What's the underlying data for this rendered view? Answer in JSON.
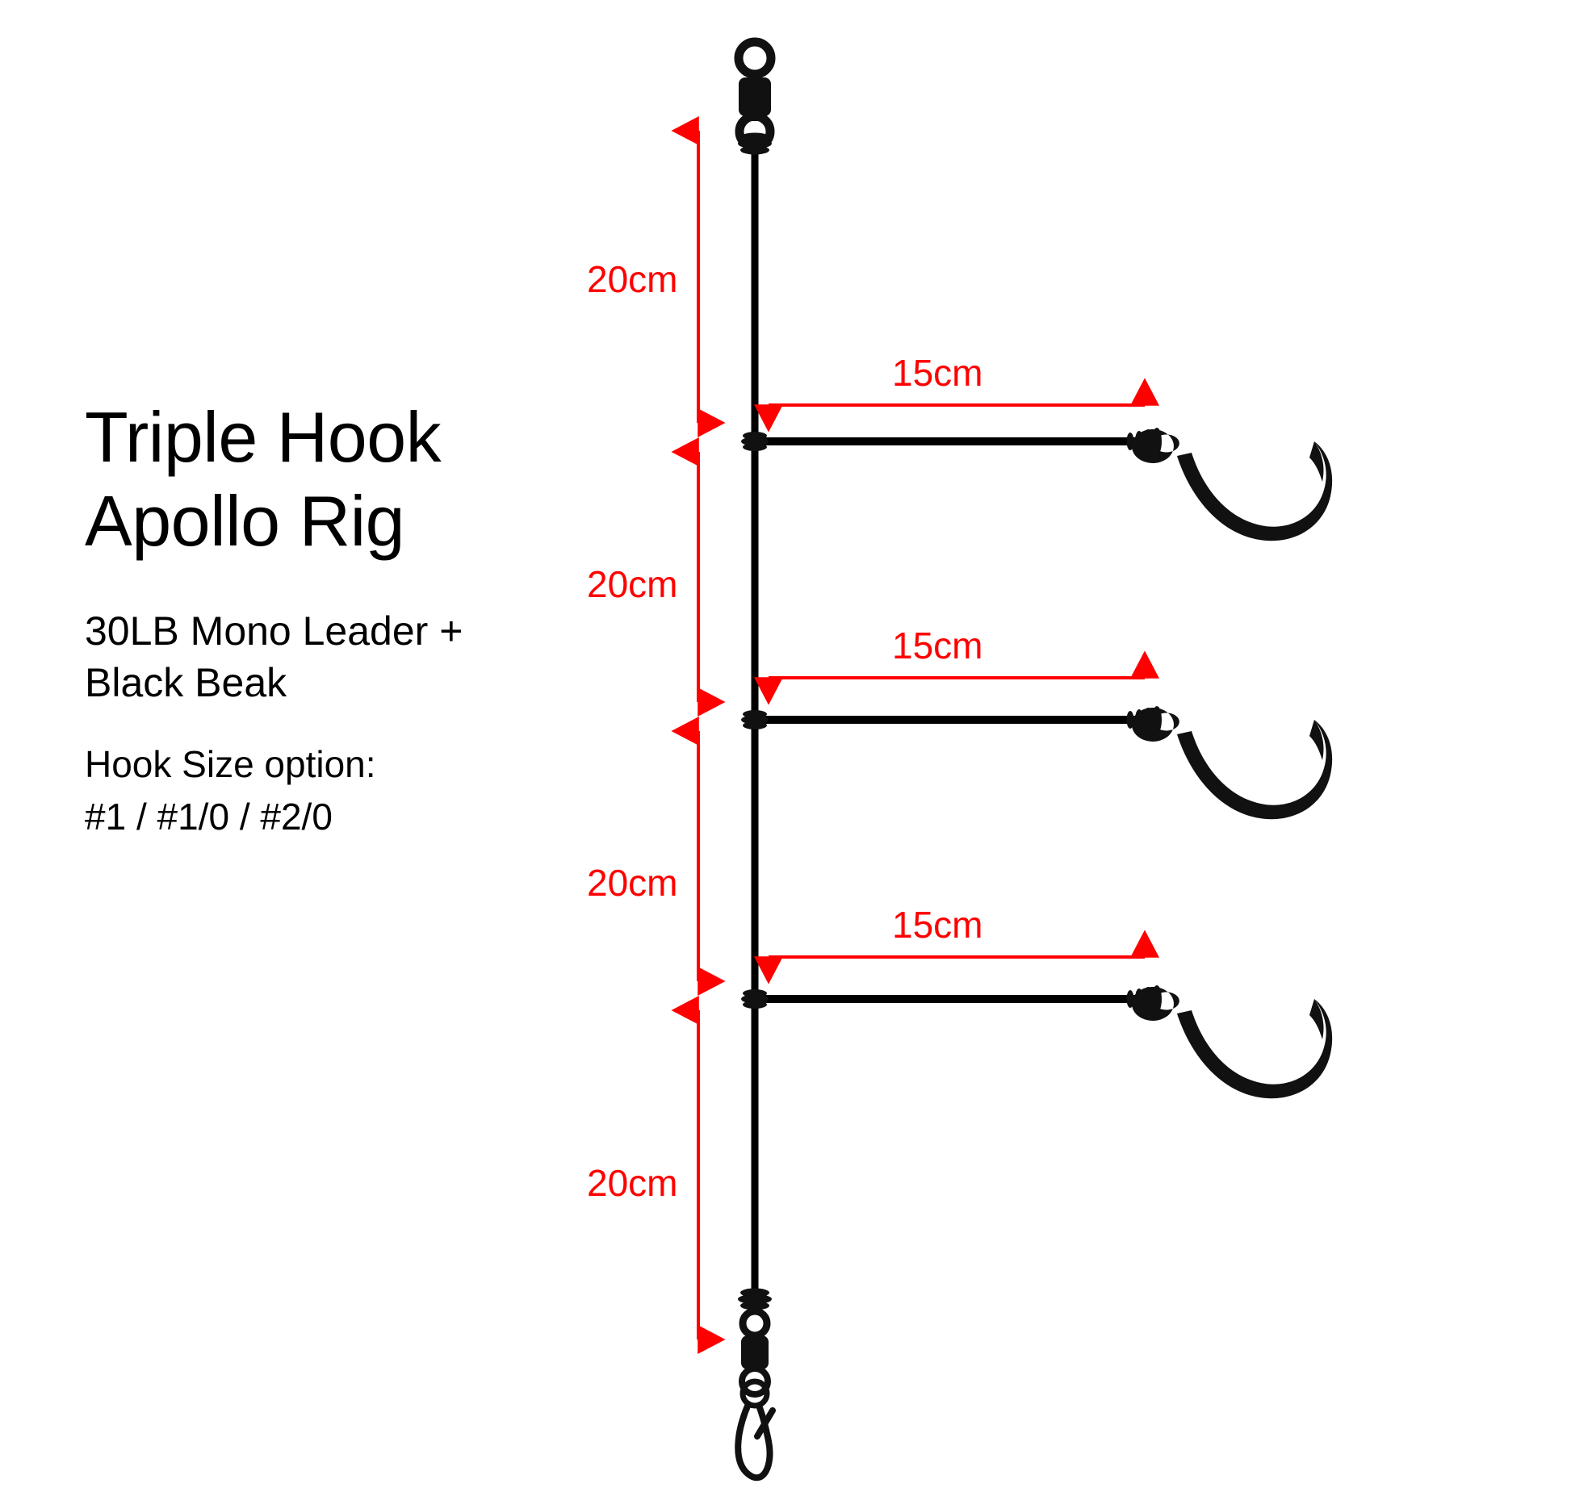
{
  "title": {
    "line1": "Triple Hook",
    "line2": "Apollo Rig",
    "full": "Triple Hook\nApollo Rig"
  },
  "subtitle": {
    "line1": "30LB Mono Leader +",
    "line2": "Black Beak",
    "full": "30LB Mono Leader +\nBlack Beak"
  },
  "hook_size": {
    "label": "Hook Size option:",
    "values": "#1 / #1/0 / #2/0"
  },
  "colors": {
    "dimension": "#FF0000",
    "line": "#000000",
    "background": "#FFFFFF"
  },
  "dimensions": {
    "vertical": [
      {
        "id": "v1",
        "label": "20cm"
      },
      {
        "id": "v2",
        "label": "20cm"
      },
      {
        "id": "v3",
        "label": "20cm"
      },
      {
        "id": "v4",
        "label": "20cm"
      }
    ],
    "horizontal": [
      {
        "id": "h1",
        "label": "15cm"
      },
      {
        "id": "h2",
        "label": "15cm"
      },
      {
        "id": "h3",
        "label": "15cm"
      }
    ]
  },
  "components": {
    "top_swivel": "barrel-swivel",
    "bottom_swivel": "barrel-swivel-with-snap-clip",
    "droppers": 3,
    "hooks": 3,
    "hook_type": "beak-hook"
  }
}
